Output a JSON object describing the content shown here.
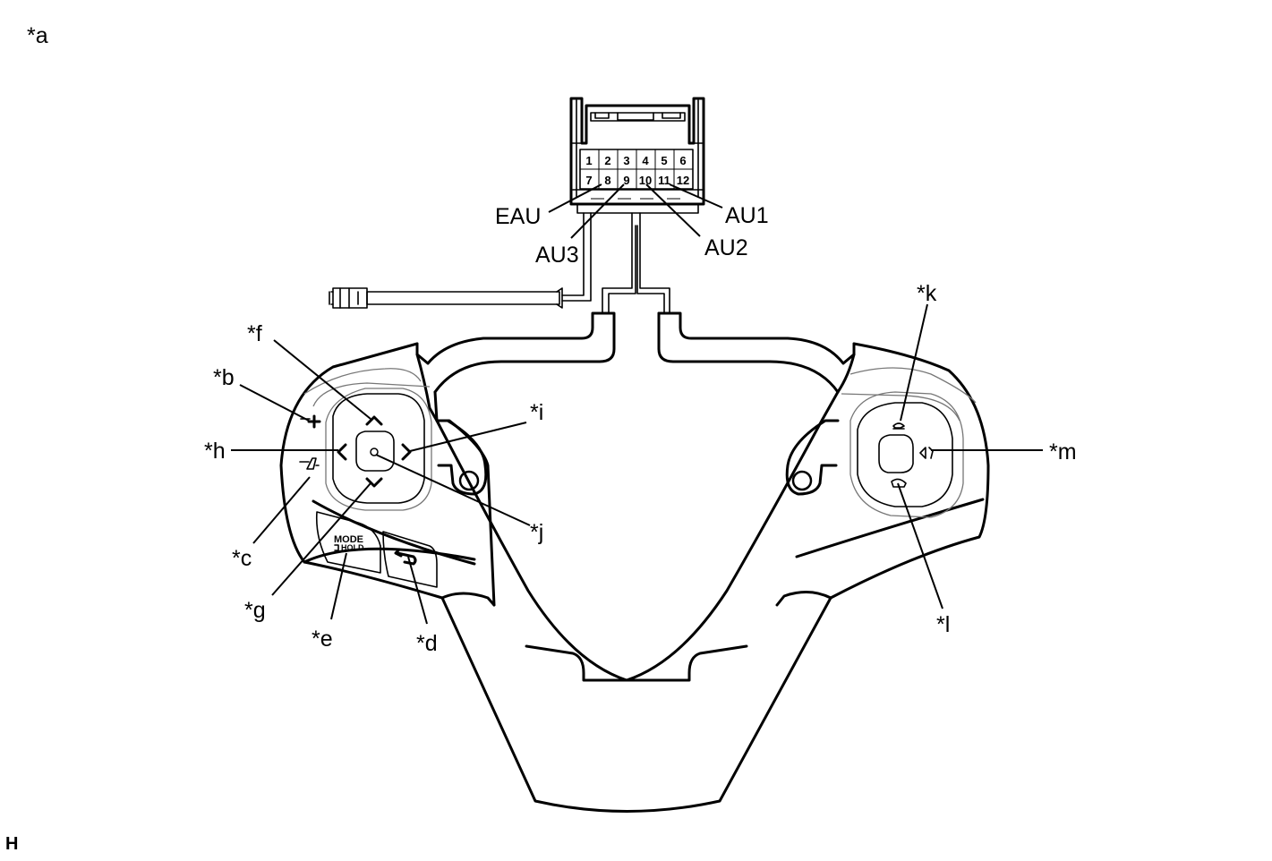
{
  "figure": {
    "corner_label": "*a",
    "footer_mark": "H"
  },
  "connector": {
    "pins_row1": [
      "1",
      "2",
      "3",
      "4",
      "5",
      "6"
    ],
    "pins_row2": [
      "7",
      "8",
      "9",
      "10",
      "11",
      "12"
    ],
    "terminals": {
      "eau": "EAU",
      "au1": "AU1",
      "au2": "AU2",
      "au3": "AU3"
    }
  },
  "callouts": {
    "b": "*b",
    "c": "*c",
    "d": "*d",
    "e": "*e",
    "f": "*f",
    "g": "*g",
    "h": "*h",
    "i": "*i",
    "j": "*j",
    "k": "*k",
    "l": "*l",
    "m": "*m"
  },
  "buttons": {
    "mode_label": "MODE",
    "hold_label": "HOLD"
  }
}
